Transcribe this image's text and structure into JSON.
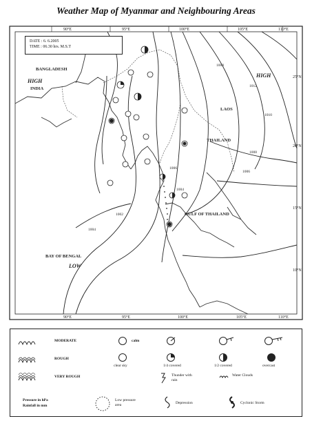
{
  "title": "Weather Map of Myanmar and Neighbouring Areas",
  "date_box": {
    "date": "DATE : 6. 6.2005",
    "time": "TIME : 06.30 hrs. M.S.T"
  },
  "top_axis": [
    "90°E",
    "95°E",
    "100°E",
    "105°E",
    "110°E"
  ],
  "bottom_axis": [
    "90°E",
    "95°E",
    "100°E",
    "105°E",
    "110°E"
  ],
  "right_axis": [
    "25°N",
    "20°N",
    "15°N",
    "10°N"
  ],
  "places": {
    "bangladesh": "BANGLADESH",
    "india": "INDIA",
    "high_west": "HIGH",
    "high_east": "HIGH",
    "laos": "LAOS",
    "thailand": "THAILAND",
    "gulf": "GULF OF THAILAND",
    "bay": "BAY OF BENGAL",
    "low": "LOW"
  },
  "isobars": [
    "1008",
    "1006",
    "1004",
    "1002",
    "1004",
    "1006",
    "1008",
    "1010",
    "1012"
  ],
  "legend": {
    "sea_moderate": "MODERATE",
    "sea_rough": "ROUGH",
    "sea_very_rough": "VERY ROUGH",
    "calm": "calm",
    "clear_sky": "clear sky",
    "sky_quarter": "1/4 covered",
    "sky_half": "1/2 covered",
    "overcast": "overcast",
    "thunder": "Thunder with rain",
    "water_clouds": "Water Clouds",
    "pressure_note": "Pressure in hPa",
    "rainfall_note": "Rainfall in mm",
    "low_area": "Low pressure area",
    "depression": "Depression",
    "cyclonic": "Cyclonic Storm"
  },
  "colors": {
    "ink": "#222222",
    "background": "#ffffff"
  }
}
